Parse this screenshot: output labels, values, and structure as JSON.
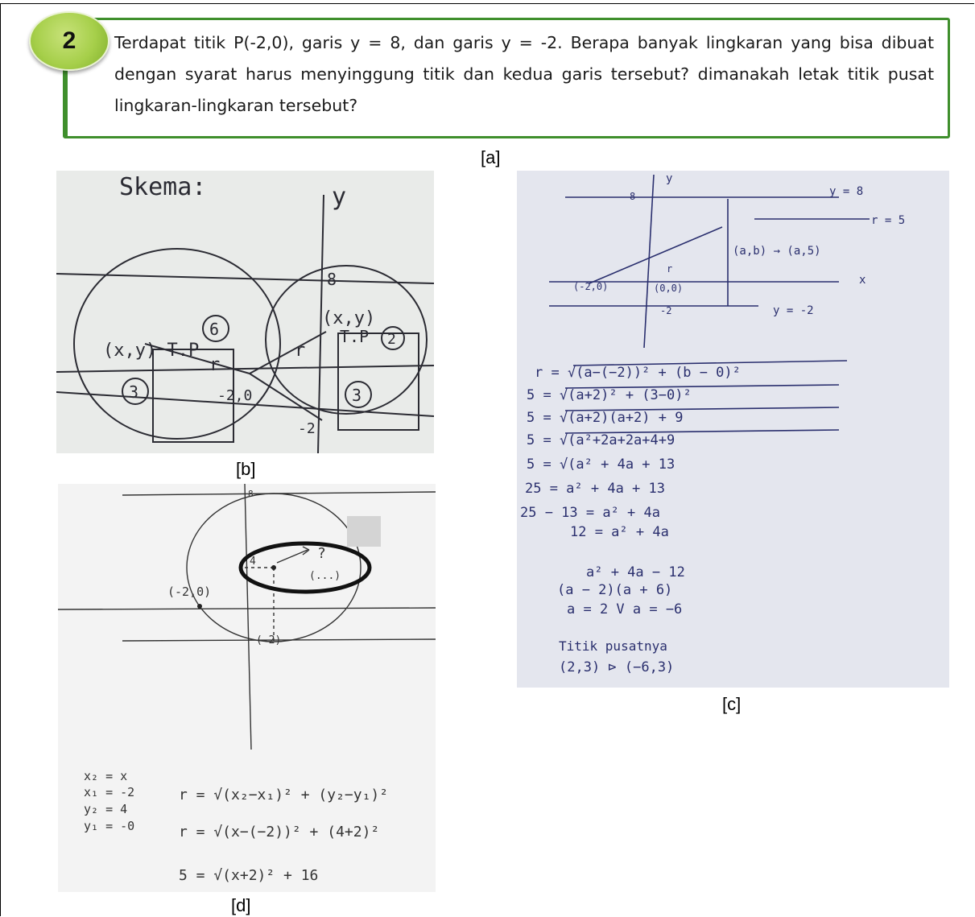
{
  "question": {
    "number": "2",
    "text": "Terdapat titik P(-2,0), garis y = 8, dan garis y = -2. Berapa banyak lingkaran yang bisa dibuat dengan syarat harus menyinggung titik dan kedua garis tersebut? dimanakah letak titik pusat lingkaran-lingkaran tersebut?"
  },
  "captions": {
    "a": "[a]",
    "b": "[b]",
    "c": "[c]",
    "d": "[d]"
  },
  "panel_b": {
    "heading": "Skema:",
    "y_axis": "y",
    "label_8": "8",
    "label_left": "(x,y) T.P",
    "circled_6": "6",
    "label_right": "(x,y)",
    "label_tp": "T.P",
    "circled_2": "2",
    "label_r_left": "r",
    "label_r_right": "r",
    "label_origin": "-2,0",
    "circled_3_left": "3",
    "circled_3_right": "3",
    "label_bottom": "-2"
  },
  "panel_c": {
    "y_axis": "y",
    "label_y8": "y = 8",
    "label_r5": "r = 5",
    "label_8": "8",
    "label_ab": "(a,b) → (a,5)",
    "label_r": "r",
    "label_p": "(-2,0)",
    "label_o": "(0,0)",
    "label_x": "x",
    "label_ym2": "y = -2",
    "label_m2": "-2",
    "lines": [
      "r = √(a−(−2))² + (b − 0)²",
      "5 = √(a+2)² + (3−0)²",
      "5 = √(a+2)(a+2) + 9",
      "5 = √(a²+2a+2a+4+9",
      "5 = √(a² + 4a + 13",
      "25 = a² + 4a + 13",
      "25 − 13 = a² + 4a",
      "12 = a² + 4a",
      "a² + 4a − 12",
      "(a − 2)(a + 6)",
      "a = 2  V  a = −6",
      "Titik pusatnya",
      "(2,3)  ⊳  (−6,3)"
    ]
  },
  "panel_d": {
    "label_8": "8",
    "label_4": "4",
    "label_q": "?",
    "label_dots": "(...)",
    "label_p": "(-2,0)",
    "label_m2": "(-2)",
    "vars": [
      "x₂ = x",
      "x₁ = -2",
      "y₂ = 4",
      "y₁ = -0"
    ],
    "formulas": [
      "r = √(x₂−x₁)² + (y₂−y₁)²",
      "r = √(x−(−2))² + (4+2)²",
      "5 = √(x+2)² + 16"
    ]
  }
}
